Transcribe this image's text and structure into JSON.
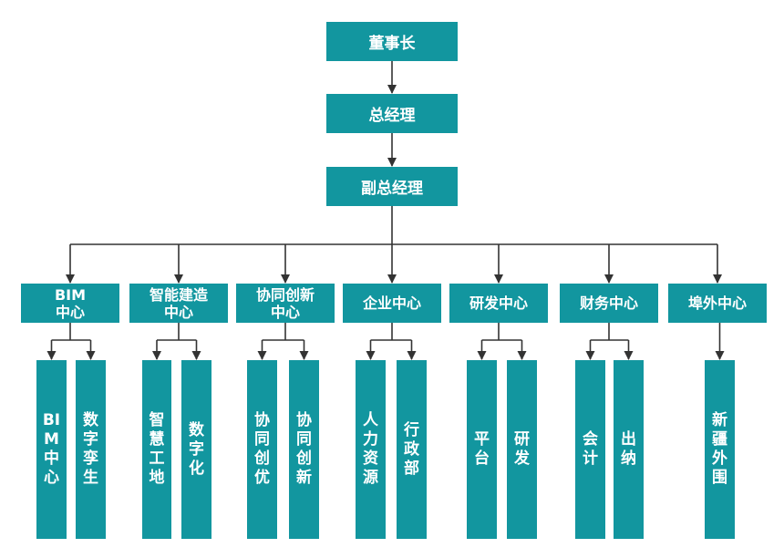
{
  "org": {
    "chairman": "董事长",
    "gm": "总经理",
    "deputy_gm": "副总经理",
    "depts": [
      {
        "label": "BIM\n中心",
        "subs": [
          "BIM中心",
          "数字孪生"
        ]
      },
      {
        "label": "智能建造\n中心",
        "subs": [
          "智慧工地",
          "数字化"
        ]
      },
      {
        "label": "协同创新\n中心",
        "subs": [
          "协同创优",
          "协同创新"
        ]
      },
      {
        "label": "企业中心",
        "subs": [
          "人力资源",
          "行政部"
        ]
      },
      {
        "label": "研发中心",
        "subs": [
          "平台",
          "研发"
        ]
      },
      {
        "label": "财务中心",
        "subs": [
          "会计",
          "出纳"
        ]
      },
      {
        "label": "埠外中心",
        "subs": [
          "新疆外围"
        ]
      }
    ]
  },
  "colors": {
    "box": "#12969f",
    "line": "#333333"
  }
}
